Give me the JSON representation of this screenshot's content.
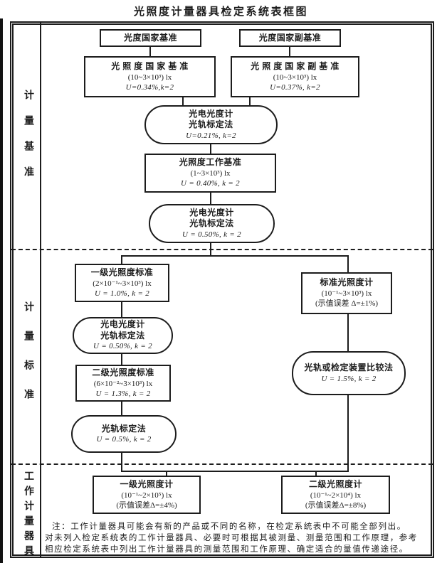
{
  "title": "光照度计量器具检定系统表框图",
  "colors": {
    "ink": "#1c1c1c",
    "paper": "#ffffff"
  },
  "sidebar": {
    "section1": "计量基准",
    "section2": "计量标准",
    "section3": "工作计量器具"
  },
  "nodes": {
    "nat_photo": {
      "l1": "光度国家基准"
    },
    "nat_photo_sub": {
      "l1": "光度国家副基准"
    },
    "nat_illum": {
      "l1": "光 照 度 国 家 基 准",
      "l2": "(10~3×10³) lx",
      "l3": "U=0.34%,k=2"
    },
    "nat_illum_sub": {
      "l1": "光 照 度 国 家 副 基 准",
      "l2": "(10~3×10³) lx",
      "l3": "U=0.37%, k=2"
    },
    "rail_021": {
      "l1": "光电光度计",
      "l2": "光轨标定法",
      "l3": "U=0.21%, k=2"
    },
    "work_std": {
      "l1": "光照度工作基准",
      "l2": "(1~3×10³) lx",
      "l3": "U = 0.40%, k = 2"
    },
    "rail_050a": {
      "l1": "光电光度计",
      "l2": "光轨标定法",
      "l3": "U = 0.50%, k = 2"
    },
    "std1": {
      "l1": "一级光照度标准",
      "l2": "(2×10⁻¹~3×10³) lx",
      "l3": "U = 1.0%, k = 2"
    },
    "std_meter": {
      "l1": "标准光照度计",
      "l2": "(10⁻¹~3×10³) lx",
      "l3": "(示值误差 Δ=±1%)"
    },
    "rail_050b": {
      "l1": "光电光度计",
      "l2": "光轨标定法",
      "l3": "U = 0.50%, k = 2"
    },
    "std2": {
      "l1": "二级光照度标准",
      "l2": "(6×10⁻²~3×10³) lx",
      "l3": "U = 1.3%, k = 2"
    },
    "rail_05": {
      "l1": "光轨标定法",
      "l2": "U = 0.5%, k = 2"
    },
    "compare": {
      "l1": "光轨或检定装置比较法",
      "l2": "U = 1.5%, k = 2"
    },
    "meter1": {
      "l1": "一级光照度计",
      "l2": "(10⁻¹~2×10⁵) lx",
      "l3": "(示值误差Δ=±4%)"
    },
    "meter2": {
      "l1": "二级光照度计",
      "l2": "(10⁻¹~2×10⁴) lx",
      "l3": "(示值误差Δ=±8%)"
    }
  },
  "note": {
    "line1": "注：工作计量器具可能会有新的产品或不同的名称，在检定系统表中不可能全部列出。",
    "line2": "对未列入检定系统表的工作计量器具、必要时可根据其被测量、测量范围和工作原理，参考",
    "line3": "相应检定系统表中列出工作计量器具的测量范围和工作原理、确定适合的量值传递途径。"
  }
}
